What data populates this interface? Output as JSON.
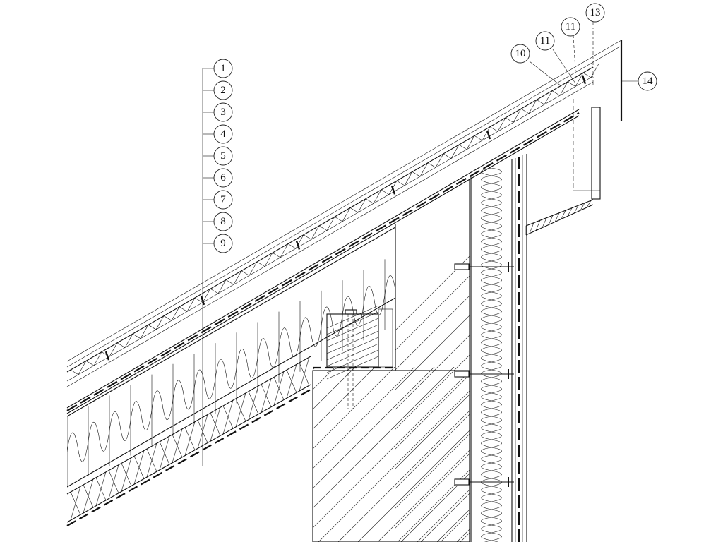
{
  "callouts_left": [
    "1",
    "2",
    "3",
    "4",
    "5",
    "6",
    "7",
    "8",
    "9"
  ],
  "callouts_top": [
    "10",
    "11",
    "11",
    "13"
  ],
  "callout_right": "14",
  "colors": {
    "line": "#111111",
    "background": "#ffffff"
  }
}
